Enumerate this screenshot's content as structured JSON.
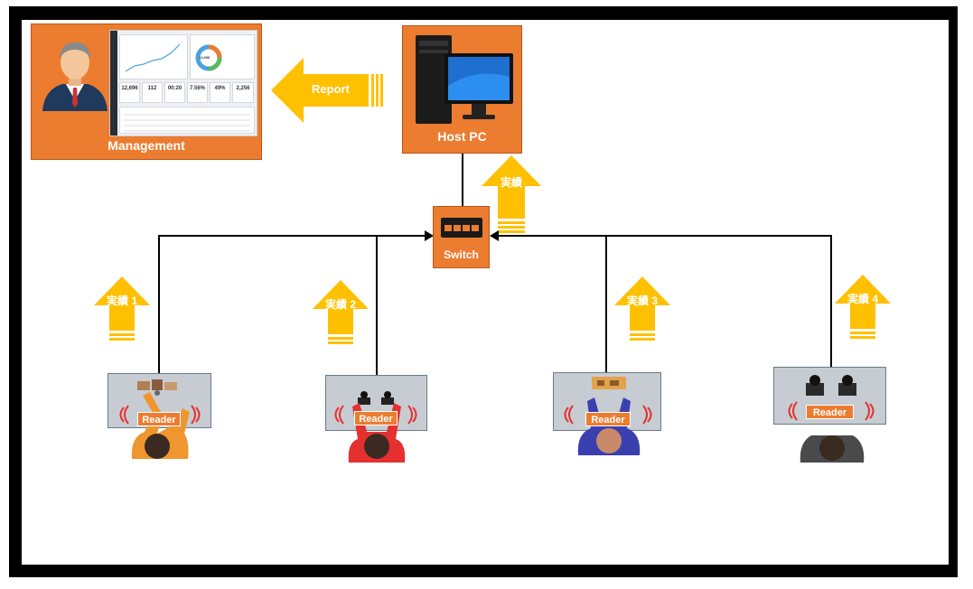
{
  "management": {
    "label": "Management",
    "dashboard": {
      "stats": [
        "12,696",
        "112",
        "00:20",
        "7.56%",
        "49%",
        "2,256"
      ],
      "donut_value": "12,696"
    }
  },
  "report_arrow": {
    "label": "Report"
  },
  "host_pc": {
    "label": "Host PC"
  },
  "host_arrow": {
    "label": "実績"
  },
  "switch": {
    "label": "Switch"
  },
  "stations": [
    {
      "arrow_label": "実績 1",
      "reader_label": "Reader",
      "person_color": "#f0962f",
      "items": "wooden-blocks"
    },
    {
      "arrow_label": "実績 2",
      "reader_label": "Reader",
      "person_color": "#e53030",
      "items": "joysticks"
    },
    {
      "arrow_label": "実績 3",
      "reader_label": "Reader",
      "person_color": "#3a3fb0",
      "items": "circuit-board"
    },
    {
      "arrow_label": "実績 4",
      "reader_label": "Reader",
      "person_color": "#4a4a4a",
      "items": "joysticks"
    }
  ],
  "colors": {
    "orange": "#ec7c30",
    "arrow_yellow": "#ffc000",
    "wave_red": "#e53030"
  }
}
